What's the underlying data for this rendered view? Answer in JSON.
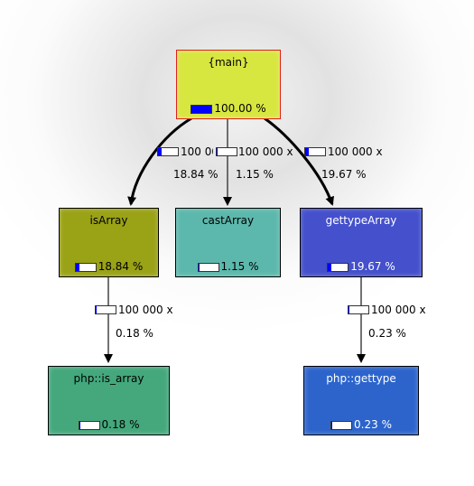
{
  "nodes": {
    "main": {
      "name": "{main}",
      "cost": "100.00 %",
      "fraction": 1.0,
      "color": "#d8e640",
      "border": "#e0201c"
    },
    "isArray": {
      "name": "isArray",
      "cost": "18.84 %",
      "fraction": 0.1884,
      "color": "#9aa216",
      "border": "#000000"
    },
    "castArray": {
      "name": "castArray",
      "cost": "1.15 %",
      "fraction": 0.0115,
      "color": "#5cb8ac",
      "border": "#000000"
    },
    "gettype": {
      "name": "gettypeArray",
      "cost": "19.67 %",
      "fraction": 0.1967,
      "color": "#4450cc",
      "border": "#000000"
    },
    "is_array": {
      "name": "php::is_array",
      "cost": "0.18 %",
      "fraction": 0.0018,
      "color": "#44a87c",
      "border": "#000000"
    },
    "php_gettype": {
      "name": "php::gettype",
      "cost": "0.23 %",
      "fraction": 0.0023,
      "color": "#2c64cc",
      "border": "#000000"
    }
  },
  "edges": {
    "main_isArray": {
      "calls": "100 000 x",
      "cost": "18.84 %",
      "fraction": 0.1884
    },
    "main_castArray": {
      "calls": "100 000 x",
      "cost": "1.15 %",
      "fraction": 0.0115
    },
    "main_gettype": {
      "calls": "100 000 x",
      "cost": "19.67 %",
      "fraction": 0.1967
    },
    "isArray_is_array": {
      "calls": "100 000 x",
      "cost": "0.18 %",
      "fraction": 0.0018
    },
    "gettype_php_gettype": {
      "calls": "100 000 x",
      "cost": "0.23 %",
      "fraction": 0.0023
    }
  }
}
